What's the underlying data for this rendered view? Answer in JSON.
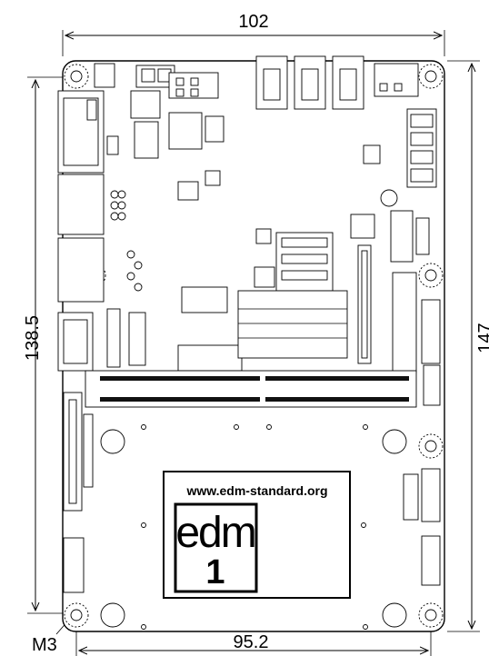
{
  "dimensions": {
    "top_width": "102",
    "left_height": "138.5",
    "right_height": "147",
    "bottom_width": "95.2",
    "hole_label": "M3"
  },
  "label_block": {
    "url": "www.edm-standard.org",
    "logo_text": "edm",
    "logo_number": "1"
  }
}
